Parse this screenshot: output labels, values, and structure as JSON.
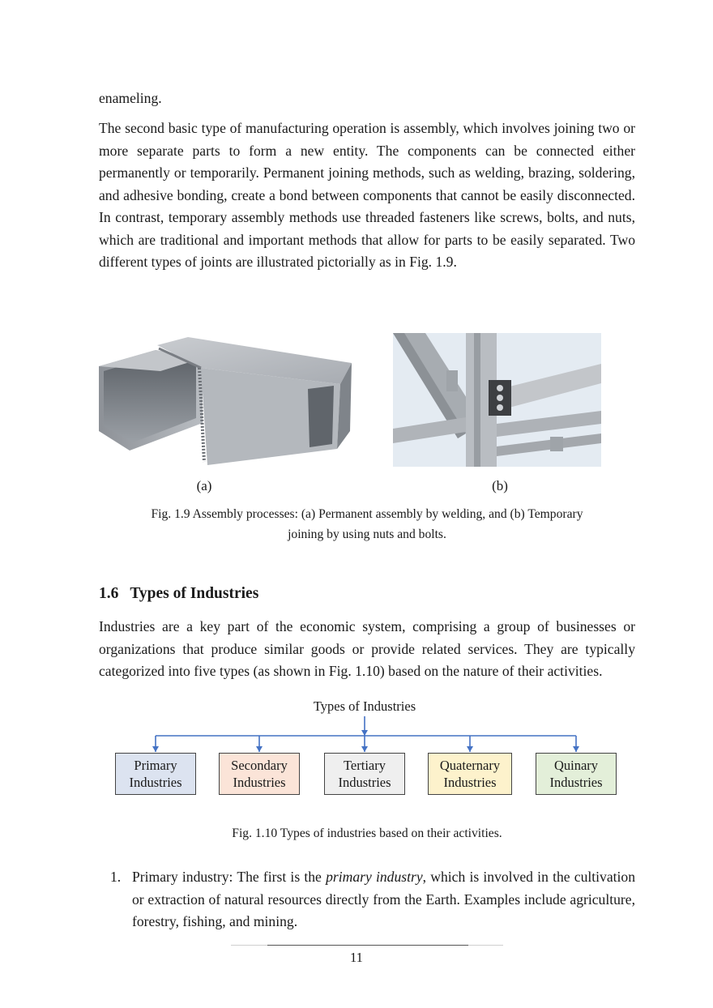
{
  "paragraphs": {
    "enameling": "enameling.",
    "assembly": "The second basic type of manufacturing operation is assembly, which involves joining two or more separate parts to form a new entity. The components can be connected either permanently or temporarily. Permanent joining methods, such as welding, brazing, soldering, and adhesive bonding, create a bond between components that cannot be easily disconnected. In contrast, temporary assembly methods use threaded fasteners like screws, bolts, and nuts, which are traditional and important methods that allow for parts to be easily separated. Two different types of joints are illustrated pictorially as in Fig. 1.9.",
    "industries": "Industries are a key part of the economic system, comprising a group of businesses or organizations that produce similar goods or provide related services. They are typically categorized into five types (as shown in Fig. 1.10) based on the nature of their activities."
  },
  "figure_1_9": {
    "label_a": "(a)",
    "label_b": "(b)",
    "caption_line1": "Fig. 1.9  Assembly processes: (a) Permanent assembly by welding, and (b) Temporary",
    "caption_line2": "joining by using nuts and bolts."
  },
  "section": {
    "number": "1.6",
    "title": "Types of Industries"
  },
  "figure_1_10": {
    "title": "Types of Industries",
    "boxes": [
      {
        "line1": "Primary",
        "line2": "Industries",
        "fill": "#dce3f0"
      },
      {
        "line1": "Secondary",
        "line2": "Industries",
        "fill": "#fbe4d8"
      },
      {
        "line1": "Tertiary",
        "line2": "Industries",
        "fill": "#efefef"
      },
      {
        "line1": "Quaternary",
        "line2": "Industries",
        "fill": "#fdf2cc"
      },
      {
        "line1": "Quinary",
        "line2": "Industries",
        "fill": "#e3efd9"
      }
    ],
    "connector_color": "#4472c4",
    "caption": "Fig. 1.10  Types of industries based on their activities."
  },
  "list": {
    "item1_marker": "1.",
    "item1_lead": "Primary industry: The first is the ",
    "item1_term": "primary industry",
    "item1_rest": ", which is involved in the cultivation or extraction of natural resources directly from the Earth. Examples include agriculture, forestry, fishing, and mining."
  },
  "footer": {
    "page_number": "11"
  }
}
